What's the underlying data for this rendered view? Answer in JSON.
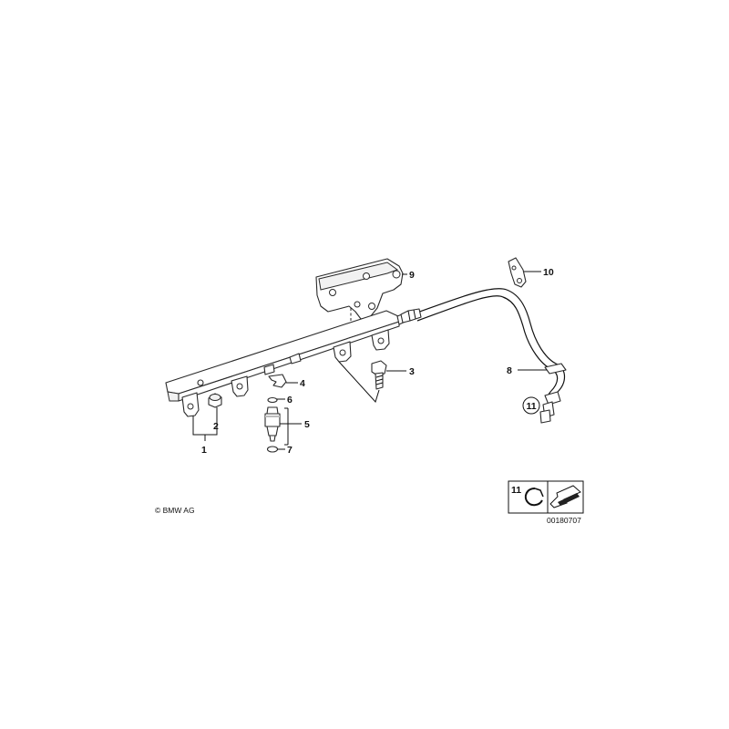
{
  "callouts": {
    "c1": "1",
    "c2": "2",
    "c3": "3",
    "c4": "4",
    "c5": "5",
    "c6": "6",
    "c7": "7",
    "c8": "8",
    "c9": "9",
    "c10": "10",
    "c11": "11"
  },
  "legend": {
    "label": "11",
    "image_code": "00180707"
  },
  "copyright": "© BMW AG"
}
